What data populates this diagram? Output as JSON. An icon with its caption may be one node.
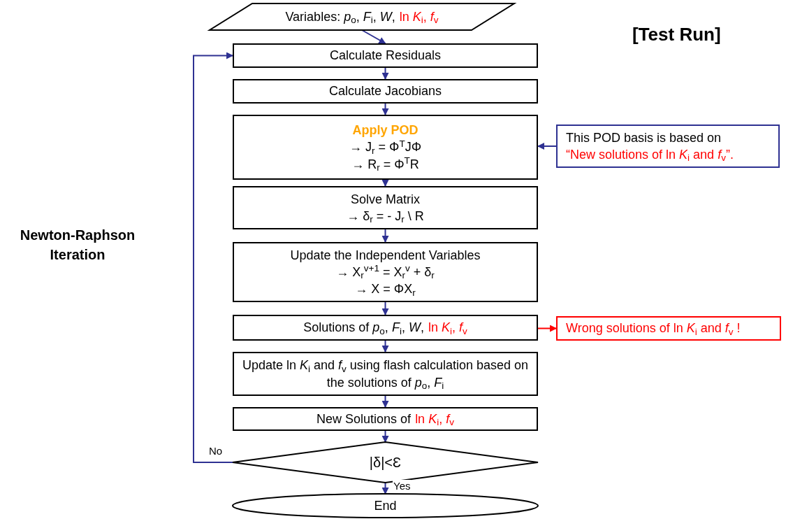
{
  "diagram": {
    "title": "[Test Run]",
    "nodes": [
      {
        "text": [
          "Variables: *p*$_{o}$, *F*$_{i}$, *W*,",
          "ln *K*$_{i}$, *f*$_{v}$"
        ]
      },
      {
        "text": [
          "Calculate Residuals"
        ]
      },
      {
        "text": [
          "Calculate Jacobians"
        ]
      },
      {
        "text": [
          "Apply POD",
          "→  J$_{r}$ = Φ$^{T}$JΦ",
          "→  R$_{r}$ = Φ$^{T}$R"
        ]
      },
      {
        "text": [
          "Solve Matrix",
          "→ δ$_{r}$ = - J$_{r}$ \\ R"
        ]
      },
      {
        "text": [
          "Update the Independent Variables",
          "→ X$_{r}$$^{v+1}$ = X$_{r}$$^{v}$  + δ$_{r}$",
          "→ X = ΦX$_{r}$"
        ]
      },
      {
        "text": [
          "Solutions of *p*$_{o}$, *F*$_{i}$, *W*,",
          "ln *K*$_{i}$, *f*$_{v}$"
        ]
      },
      {
        "text": [
          "Update ln *K*$_{i}$ and *f*$_{v}$ using flash calculation based on the solutions of *p*$_{o}$, *F*$_{i}$"
        ]
      },
      {
        "text": [
          "New Solutions of",
          "ln *K*$_{i}$, *f*$_{v}$"
        ]
      },
      {
        "text": [
          "|δ|<Ɛ"
        ]
      },
      {
        "text": [
          "End"
        ]
      },
      {
        "text": [
          "This POD basis is based on",
          "“New solutions of ln *K*$_{i}$ and *f*$_{v}$”."
        ]
      },
      {
        "text": [
          "Wrong solutions of ln *K*$_{i}$ and *f*$_{v}$ !"
        ]
      }
    ],
    "edges": [
      {
        "from": 0,
        "to": 1,
        "arrow": "to"
      },
      {
        "from": 1,
        "to": 2,
        "arrow": "to"
      },
      {
        "from": 2,
        "to": 3,
        "arrow": "to"
      },
      {
        "from": 3,
        "to": 4,
        "arrow": "to"
      },
      {
        "from": 4,
        "to": 5,
        "arrow": "to"
      },
      {
        "from": 5,
        "to": 6,
        "arrow": "to"
      },
      {
        "from": 6,
        "to": 7,
        "arrow": "to"
      },
      {
        "from": 7,
        "to": 8,
        "arrow": "to"
      },
      {
        "from": 8,
        "to": 9,
        "arrow": "to"
      },
      {
        "from": 9,
        "to": 10,
        "arrow": "to",
        "label": "Yes"
      },
      {
        "from": 9,
        "to": 1,
        "arrow": "to",
        "label": "No"
      },
      {
        "from": 11,
        "to": 3,
        "arrow": "to"
      },
      {
        "from": 6,
        "to": 12,
        "arrow": "to",
        "color": "#ff0000"
      }
    ],
    "labels": [
      "Newton-Raphson Iteration"
    ]
  }
}
